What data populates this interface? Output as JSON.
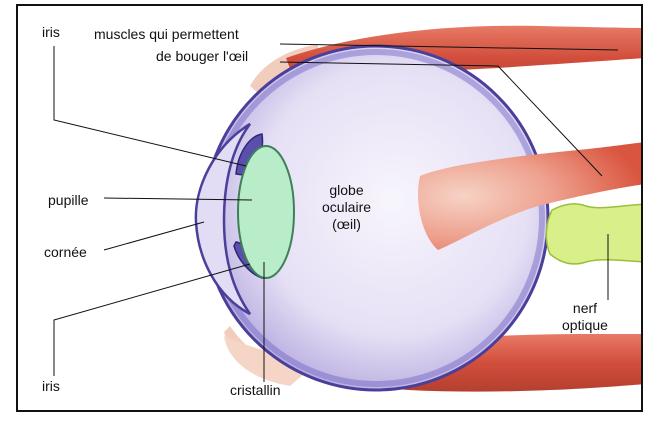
{
  "labels": {
    "iris_top": "iris",
    "muscles_line1": "muscles qui permettent",
    "muscles_line2": "de bouger l'œil",
    "pupille": "pupille",
    "cornee": "cornée",
    "globe": "globe\noculaire\n(œil)",
    "nerf": "nerf\noptique",
    "iris_bottom": "iris",
    "cristallin": "cristallin"
  },
  "colors": {
    "frame": "#111111",
    "flesh": "#f3d2c0",
    "globe_fill": "#ede8f7",
    "globe_shade": "#a99bd6",
    "globe_outline": "#4a3f9a",
    "sclera_band": "#6f62c4",
    "cornea": "#d8d2f0",
    "lens": "#b9ecc9",
    "lens_outline": "#3f7f5a",
    "iris": "#6b5fb8",
    "muscle": "#d85a48",
    "muscle_dark": "#b9402f",
    "nerve": "#d8ef8a",
    "nerve_outline": "#9bbf3a",
    "leader": "#111111"
  }
}
